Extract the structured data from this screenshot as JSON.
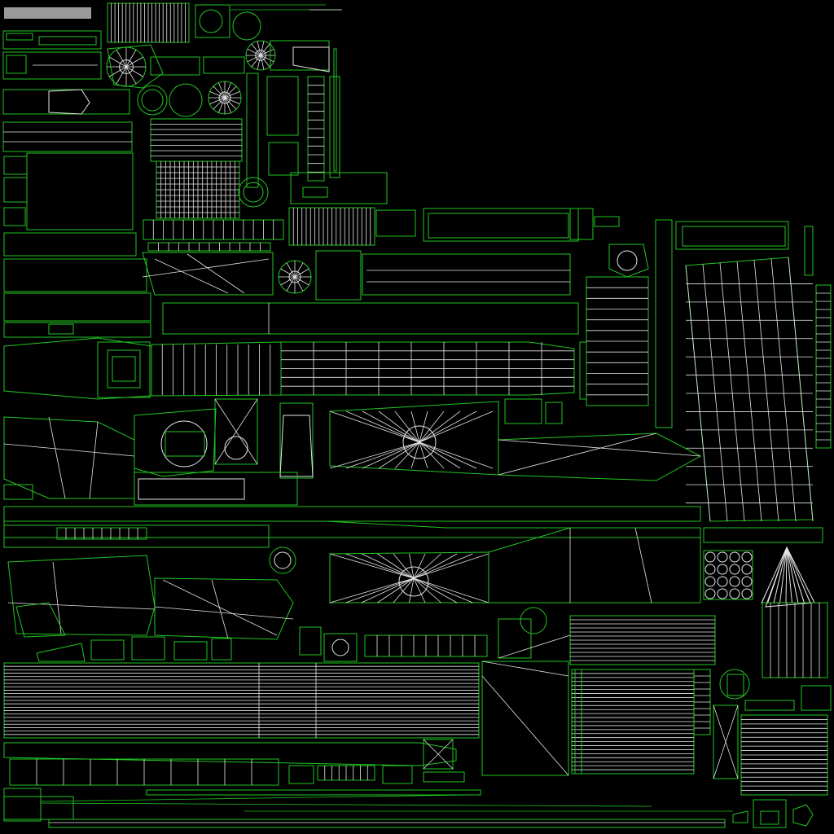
{
  "colors": {
    "background": "#000000",
    "outline": "#22c522",
    "edge": "#e6e6e6",
    "label_bar": "#9a9a9a"
  },
  "description_terms": [
    "uv-layout",
    "wireframe",
    "texture-atlas"
  ]
}
